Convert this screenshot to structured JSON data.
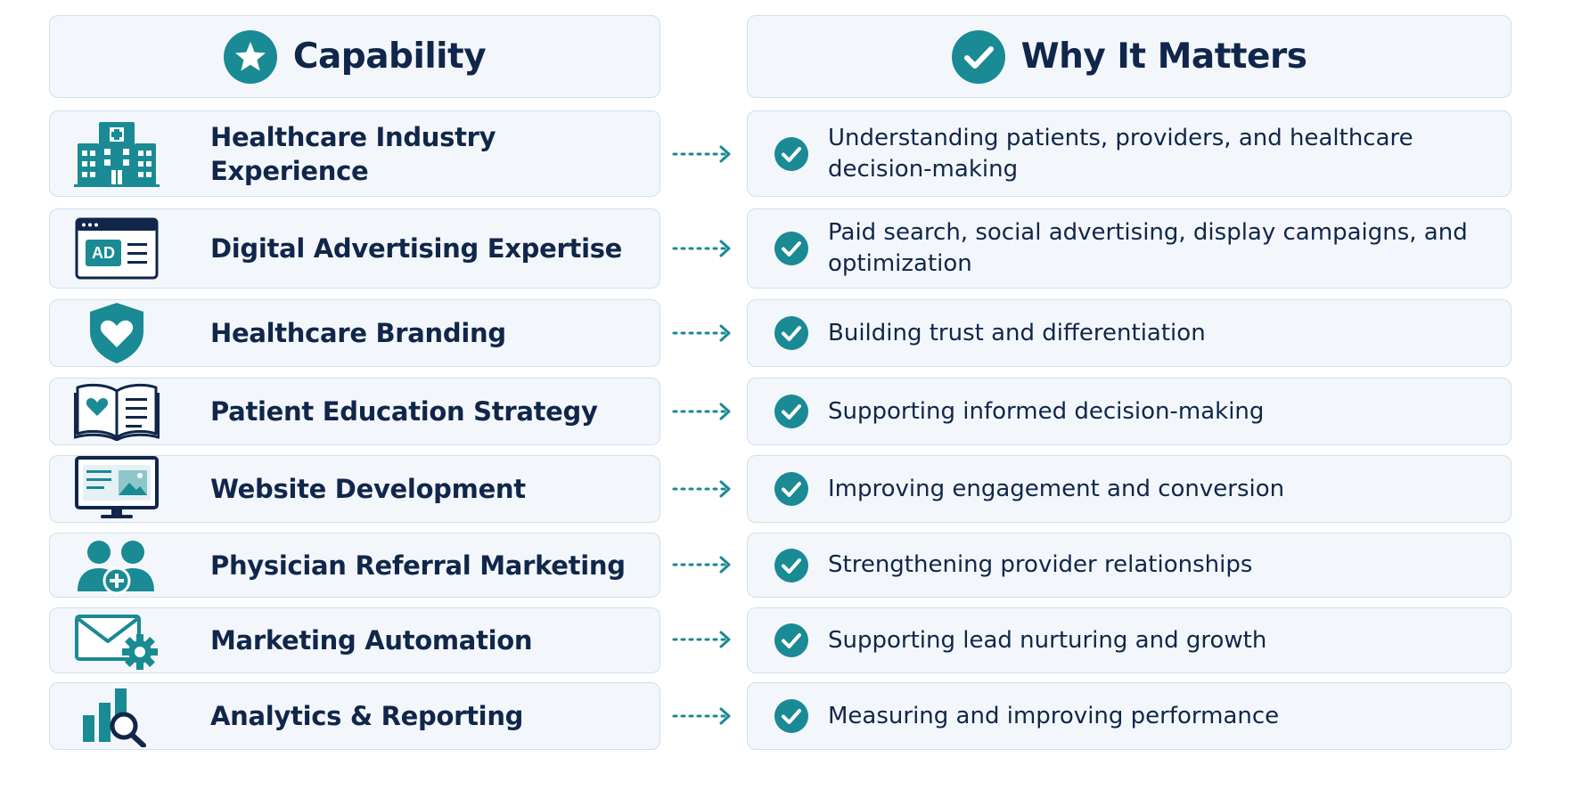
{
  "headers": {
    "capability": "Capability",
    "why": "Why It Matters"
  },
  "colors": {
    "accent": "#1a8a94",
    "navy": "#10264a",
    "box_bg": "#f3f7fb",
    "box_border": "#cfe0ea"
  },
  "rows": [
    {
      "capability": "Healthcare Industry Experience",
      "why": "Understanding patients, providers, and healthcare decision-making",
      "icon": "hospital-icon"
    },
    {
      "capability": "Digital Advertising Expertise",
      "why": "Paid search, social advertising, display campaigns, and optimization",
      "icon": "ad-browser-icon"
    },
    {
      "capability": "Healthcare Branding",
      "why": "Building trust and differentiation",
      "icon": "heart-shield-icon"
    },
    {
      "capability": "Patient Education Strategy",
      "why": "Supporting informed decision-making",
      "icon": "open-book-heart-icon"
    },
    {
      "capability": "Website Development",
      "why": "Improving engagement and conversion",
      "icon": "monitor-website-icon"
    },
    {
      "capability": "Physician Referral Marketing",
      "why": "Strengthening provider relationships",
      "icon": "people-plus-icon"
    },
    {
      "capability": "Marketing Automation",
      "why": "Supporting lead nurturing and growth",
      "icon": "email-gear-icon"
    },
    {
      "capability": "Analytics & Reporting",
      "why": "Measuring and improving performance",
      "icon": "chart-magnifier-icon"
    }
  ]
}
